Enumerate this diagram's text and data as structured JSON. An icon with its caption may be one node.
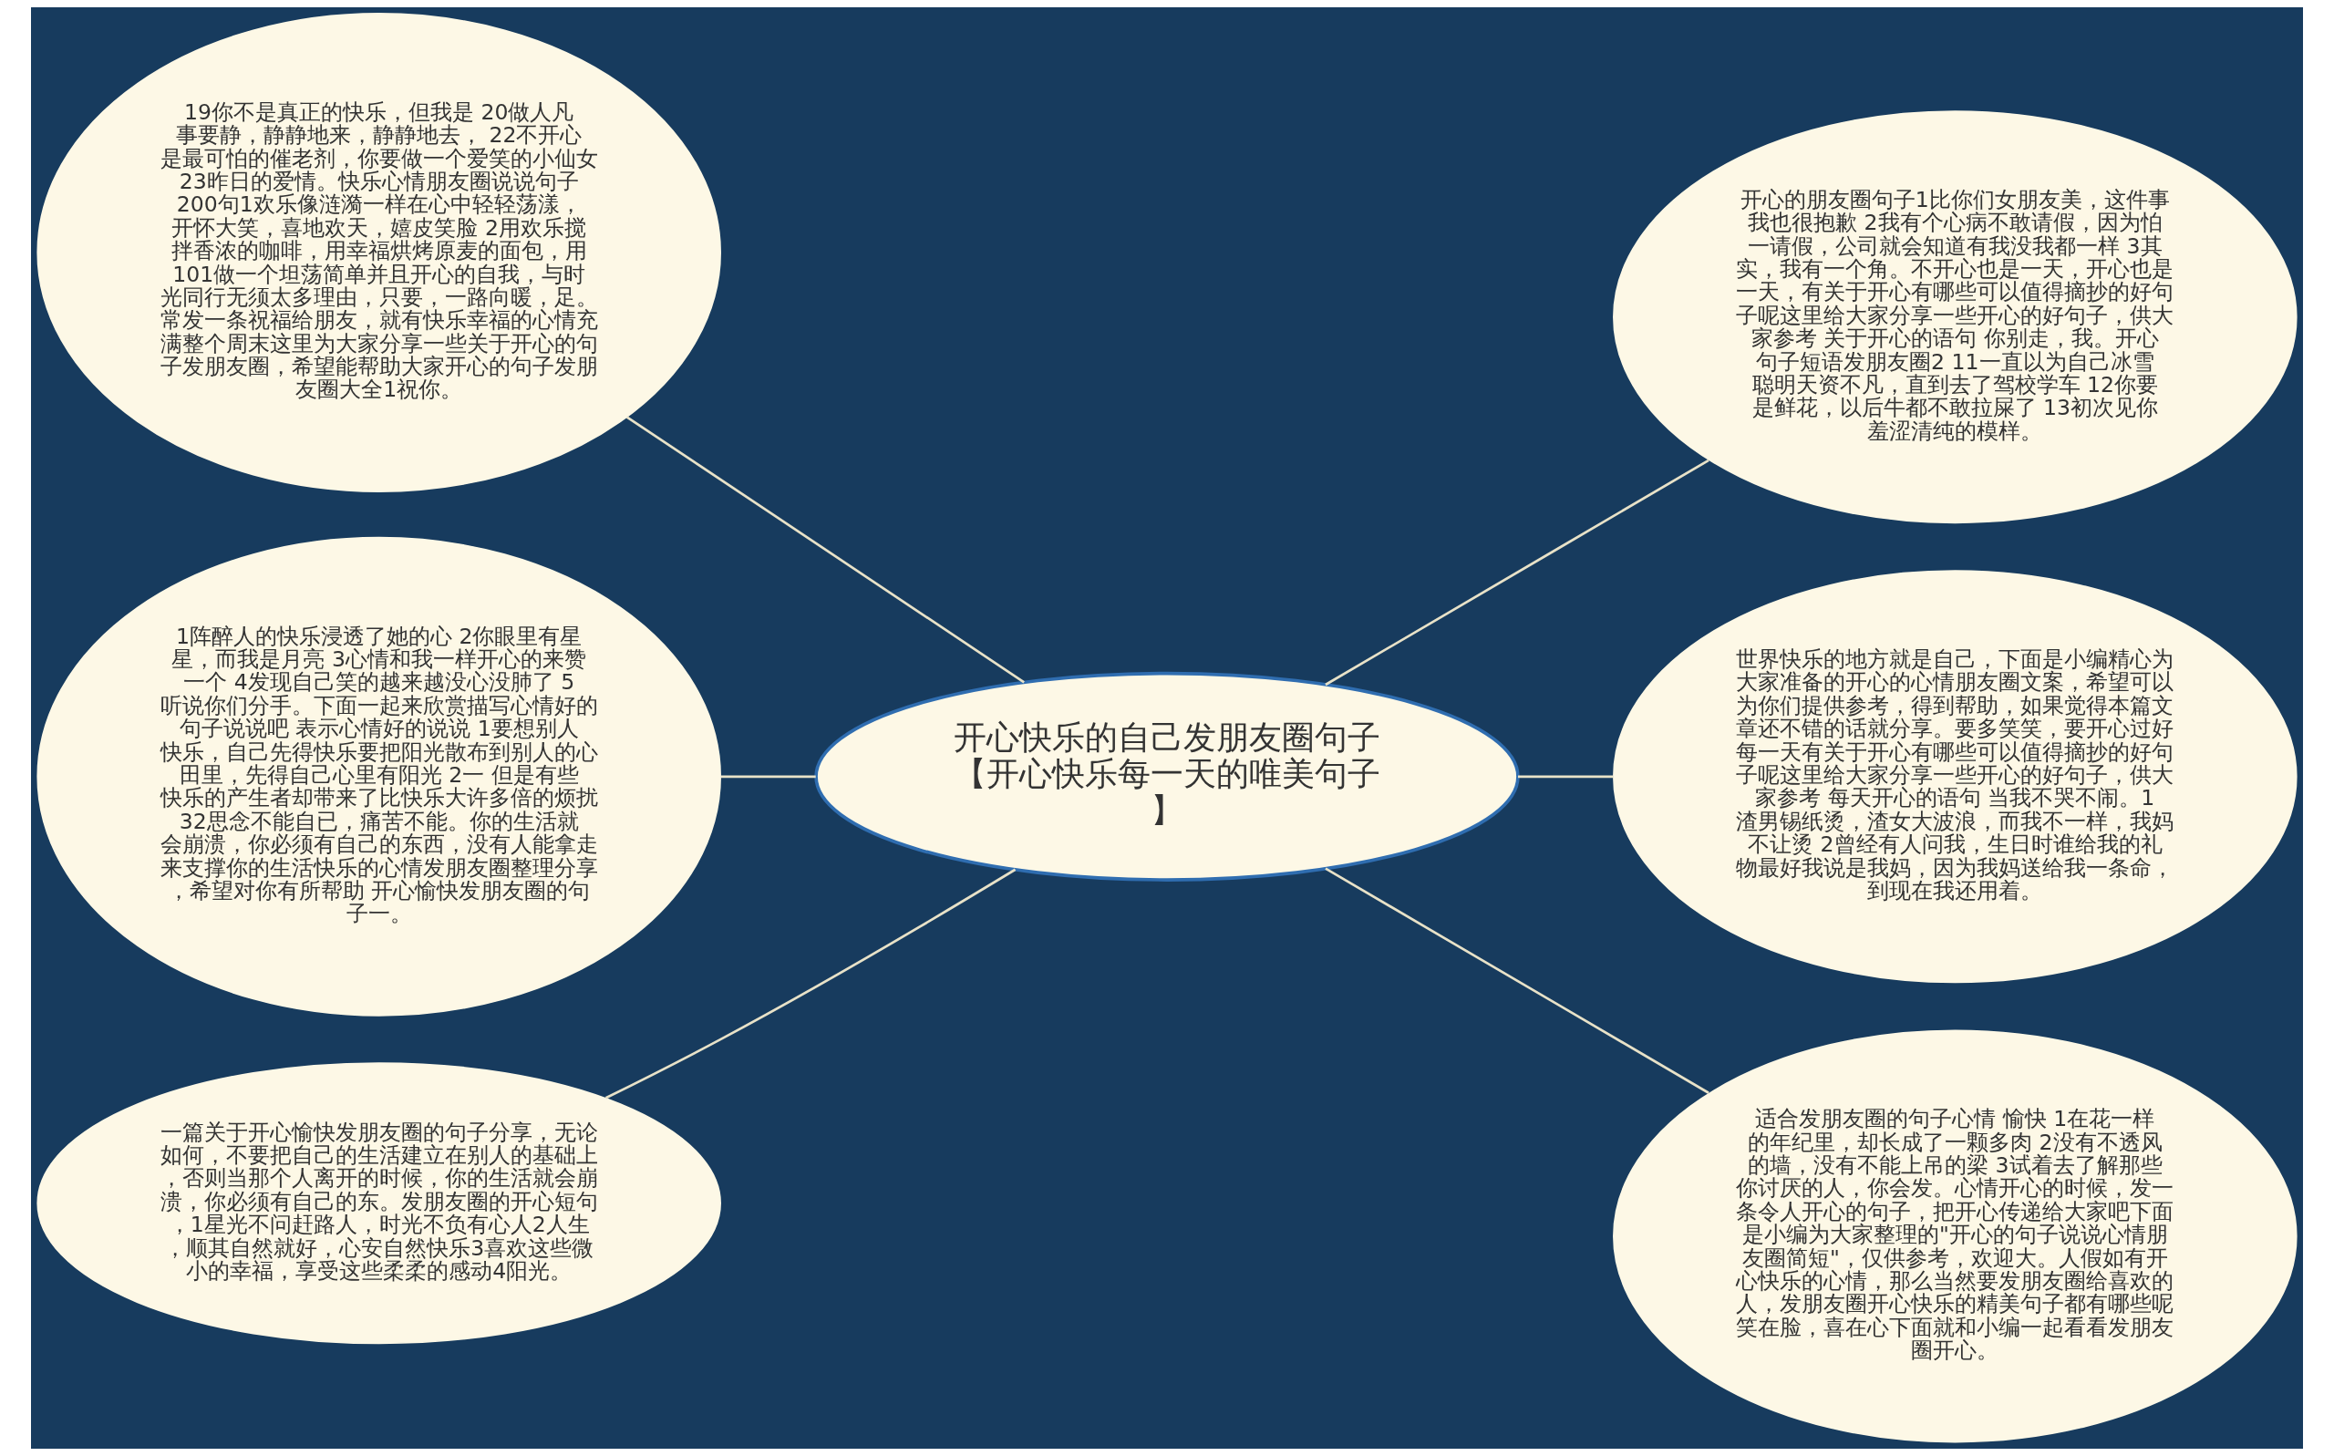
{
  "diagram": {
    "nodes": [
      {
        "text": [
          "开心快乐的自己发朋友圈句子【开心快乐每一天的唯美句子】"
        ]
      },
      {
        "text": [
          "19你不是真正的快乐，但我是 20做人凡事要静，静静地来，静静地去， 22不开心是最可怕的催老剂，你要做一个爱笑的小仙女 23昨日的爱情。快乐心情朋友圈说说句子200句1欢乐像涟漪一样在心中轻轻荡漾，开怀大笑，喜地欢天，嬉皮笑脸 2用欢乐搅拌香浓的咖啡，用幸福烘烤原麦的面包，用 101做一个坦荡简单并且开心的自我，与时光同行无须太多理由，只要，一路向暖，足。常发一条祝福给朋友，就有快乐幸福的心情充满整个周末这里为大家分享一些关于开心的句子发朋友圈，希望能帮助大家开心的句子发朋友圈大全1祝你。"
        ]
      },
      {
        "text": [
          "1阵醉人的快乐浸透了她的心 2你眼里有星星，而我是月亮 3心情和我一样开心的来赞一个 4发现自己笑的越来越没心没肺了 5听说你们分手。下面一起来欣赏描写心情好的句子说说吧 表示心情好的说说 1要想别人快乐，自己先得快乐要把阳光散布到别人的心田里，先得自己心里有阳光 2一 但是有些快乐的产生者却带来了比快乐大许多倍的烦扰 32思念不能自已，痛苦不能。你的生活就会崩溃，你必须有自己的东西，没有人能拿走来支撑你的生活快乐的心情发朋友圈整理分享，希望对你有所帮助 开心愉快发朋友圈的句子一。"
        ]
      },
      {
        "text": [
          "一篇关于开心愉快发朋友圈的句子分享，无论如何，不要把自己的生活建立在别人的基础上，否则当那个人离开的时候，你的生活就会崩溃，你必须有自己的东。发朋友圈的开心短句，1星光不问赶路人，时光不负有心人2人生，顺其自然就好，心安自然快乐3喜欢这些微小的幸福，享受这些柔柔的感动4阳光。"
        ]
      },
      {
        "text": [
          "开心的朋友圈句子1比你们女朋友美，这件事我也很抱歉 2我有个心病不敢请假，因为怕一请假，公司就会知道有我没我都一样 3其实，我有一个角。不开心也是一天，开心也是一天，有关于开心有哪些可以值得摘抄的好句子呢这里给大家分享一些开心的好句子，供大家参考 关于开心的语句 你别走，我。开心句子短语发朋友圈2 11一直以为自己冰雪聪明天资不凡，直到去了驾校学车 12你要是鲜花，以后牛都不敢拉屎了 13初次见你羞涩清纯的模样。"
        ]
      },
      {
        "text": [
          "世界快乐的地方就是自己，下面是小编精心为大家准备的开心的心情朋友圈文案，希望可以为你们提供参考，得到帮助，如果觉得本篇文章还不错的话就分享。要多笑笑，要开心过好每一天有关于开心有哪些可以值得摘抄的好句子呢这里给大家分享一些开心的好句子，供大家参考 每天开心的语句 当我不哭不闹。1渣男锡纸烫，渣女大波浪，而我不一样，我妈不让烫 2曾经有人问我，生日时谁给我的礼物最好我说是我妈，因为我妈送给我一条命，到现在我还用着。"
        ]
      },
      {
        "text": [
          "适合发朋友圈的句子心情 愉快 1在花一样的年纪里，却长成了一颗多肉 2没有不透风的墙，没有不能上吊的梁 3试着去了解那些你讨厌的人，你会发。心情开心的时候，发一条令人开心的句子，把开心传递给大家吧下面是小编为大家整理的\"开心的句子说说心情朋友圈简短\"，仅供参考，欢迎大。人假如有开心快乐的心情，那么当然要发朋友圈给喜欢的人，发朋友圈开心快乐的精美句子都有哪些呢笑在脸，喜在心下面就和小编一起看看发朋友圈开心。"
        ]
      }
    ],
    "edges": [
      {
        "from": 0,
        "to": 1,
        "arrow": "none"
      },
      {
        "from": 0,
        "to": 2,
        "arrow": "none"
      },
      {
        "from": 0,
        "to": 3,
        "arrow": "none"
      },
      {
        "from": 0,
        "to": 4,
        "arrow": "none"
      },
      {
        "from": 0,
        "to": 5,
        "arrow": "none"
      },
      {
        "from": 0,
        "to": 6,
        "arrow": "none"
      }
    ]
  }
}
